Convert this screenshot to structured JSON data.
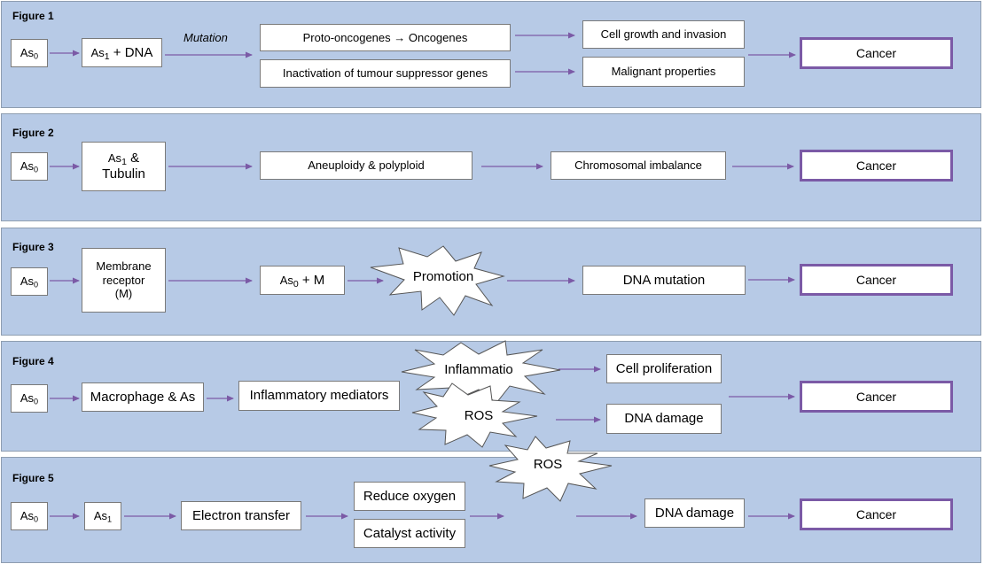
{
  "colors": {
    "panel": "#b7cae6",
    "arrow": "#7b5aa6",
    "cancer_border": "#7b5aa6"
  },
  "figures": [
    {
      "title": "Figure 1",
      "as0": {
        "text": "As",
        "sub": "0"
      },
      "as1": {
        "text": "As",
        "sub": "1",
        "rest": " + DNA"
      },
      "mutation": "Mutation",
      "proto": "Proto-oncogenes → Oncogenes",
      "inact": "Inactivation of tumour suppressor genes",
      "growth": "Cell growth and invasion",
      "malignant": "Malignant properties",
      "cancer": "Cancer"
    },
    {
      "title": "Figure 2",
      "as0": {
        "text": "As",
        "sub": "0"
      },
      "tubulin": {
        "text": "As",
        "sub": "1",
        "rest": " &",
        "line2": "Tubulin"
      },
      "aneu": "Aneuploidy & polyploid",
      "chromo": "Chromosomal imbalance",
      "cancer": "Cancer"
    },
    {
      "title": "Figure 3",
      "as0": {
        "text": "As",
        "sub": "0"
      },
      "membrane": [
        "Membrane",
        "receptor",
        "(M)"
      ],
      "asm": {
        "text": "As",
        "sub": "0",
        "rest": " + M"
      },
      "promotion": "Promotion",
      "dnamut": "DNA mutation",
      "cancer": "Cancer"
    },
    {
      "title": "Figure 4",
      "as0": {
        "text": "As",
        "sub": "0"
      },
      "macro": "Macrophage & As",
      "mediators": "Inflammatory mediators",
      "inflam": "Inflammatio",
      "ros": "ROS",
      "prolif": "Cell proliferation",
      "dnadmg": "DNA damage",
      "cancer": "Cancer"
    },
    {
      "title": "Figure 5",
      "as0": {
        "text": "As",
        "sub": "0"
      },
      "as1": {
        "text": "As",
        "sub": "1"
      },
      "electron": "Electron transfer",
      "reduce": "Reduce oxygen",
      "catalyst": "Catalyst activity",
      "ros": "ROS",
      "dnadmg": "DNA damage",
      "cancer": "Cancer"
    }
  ]
}
